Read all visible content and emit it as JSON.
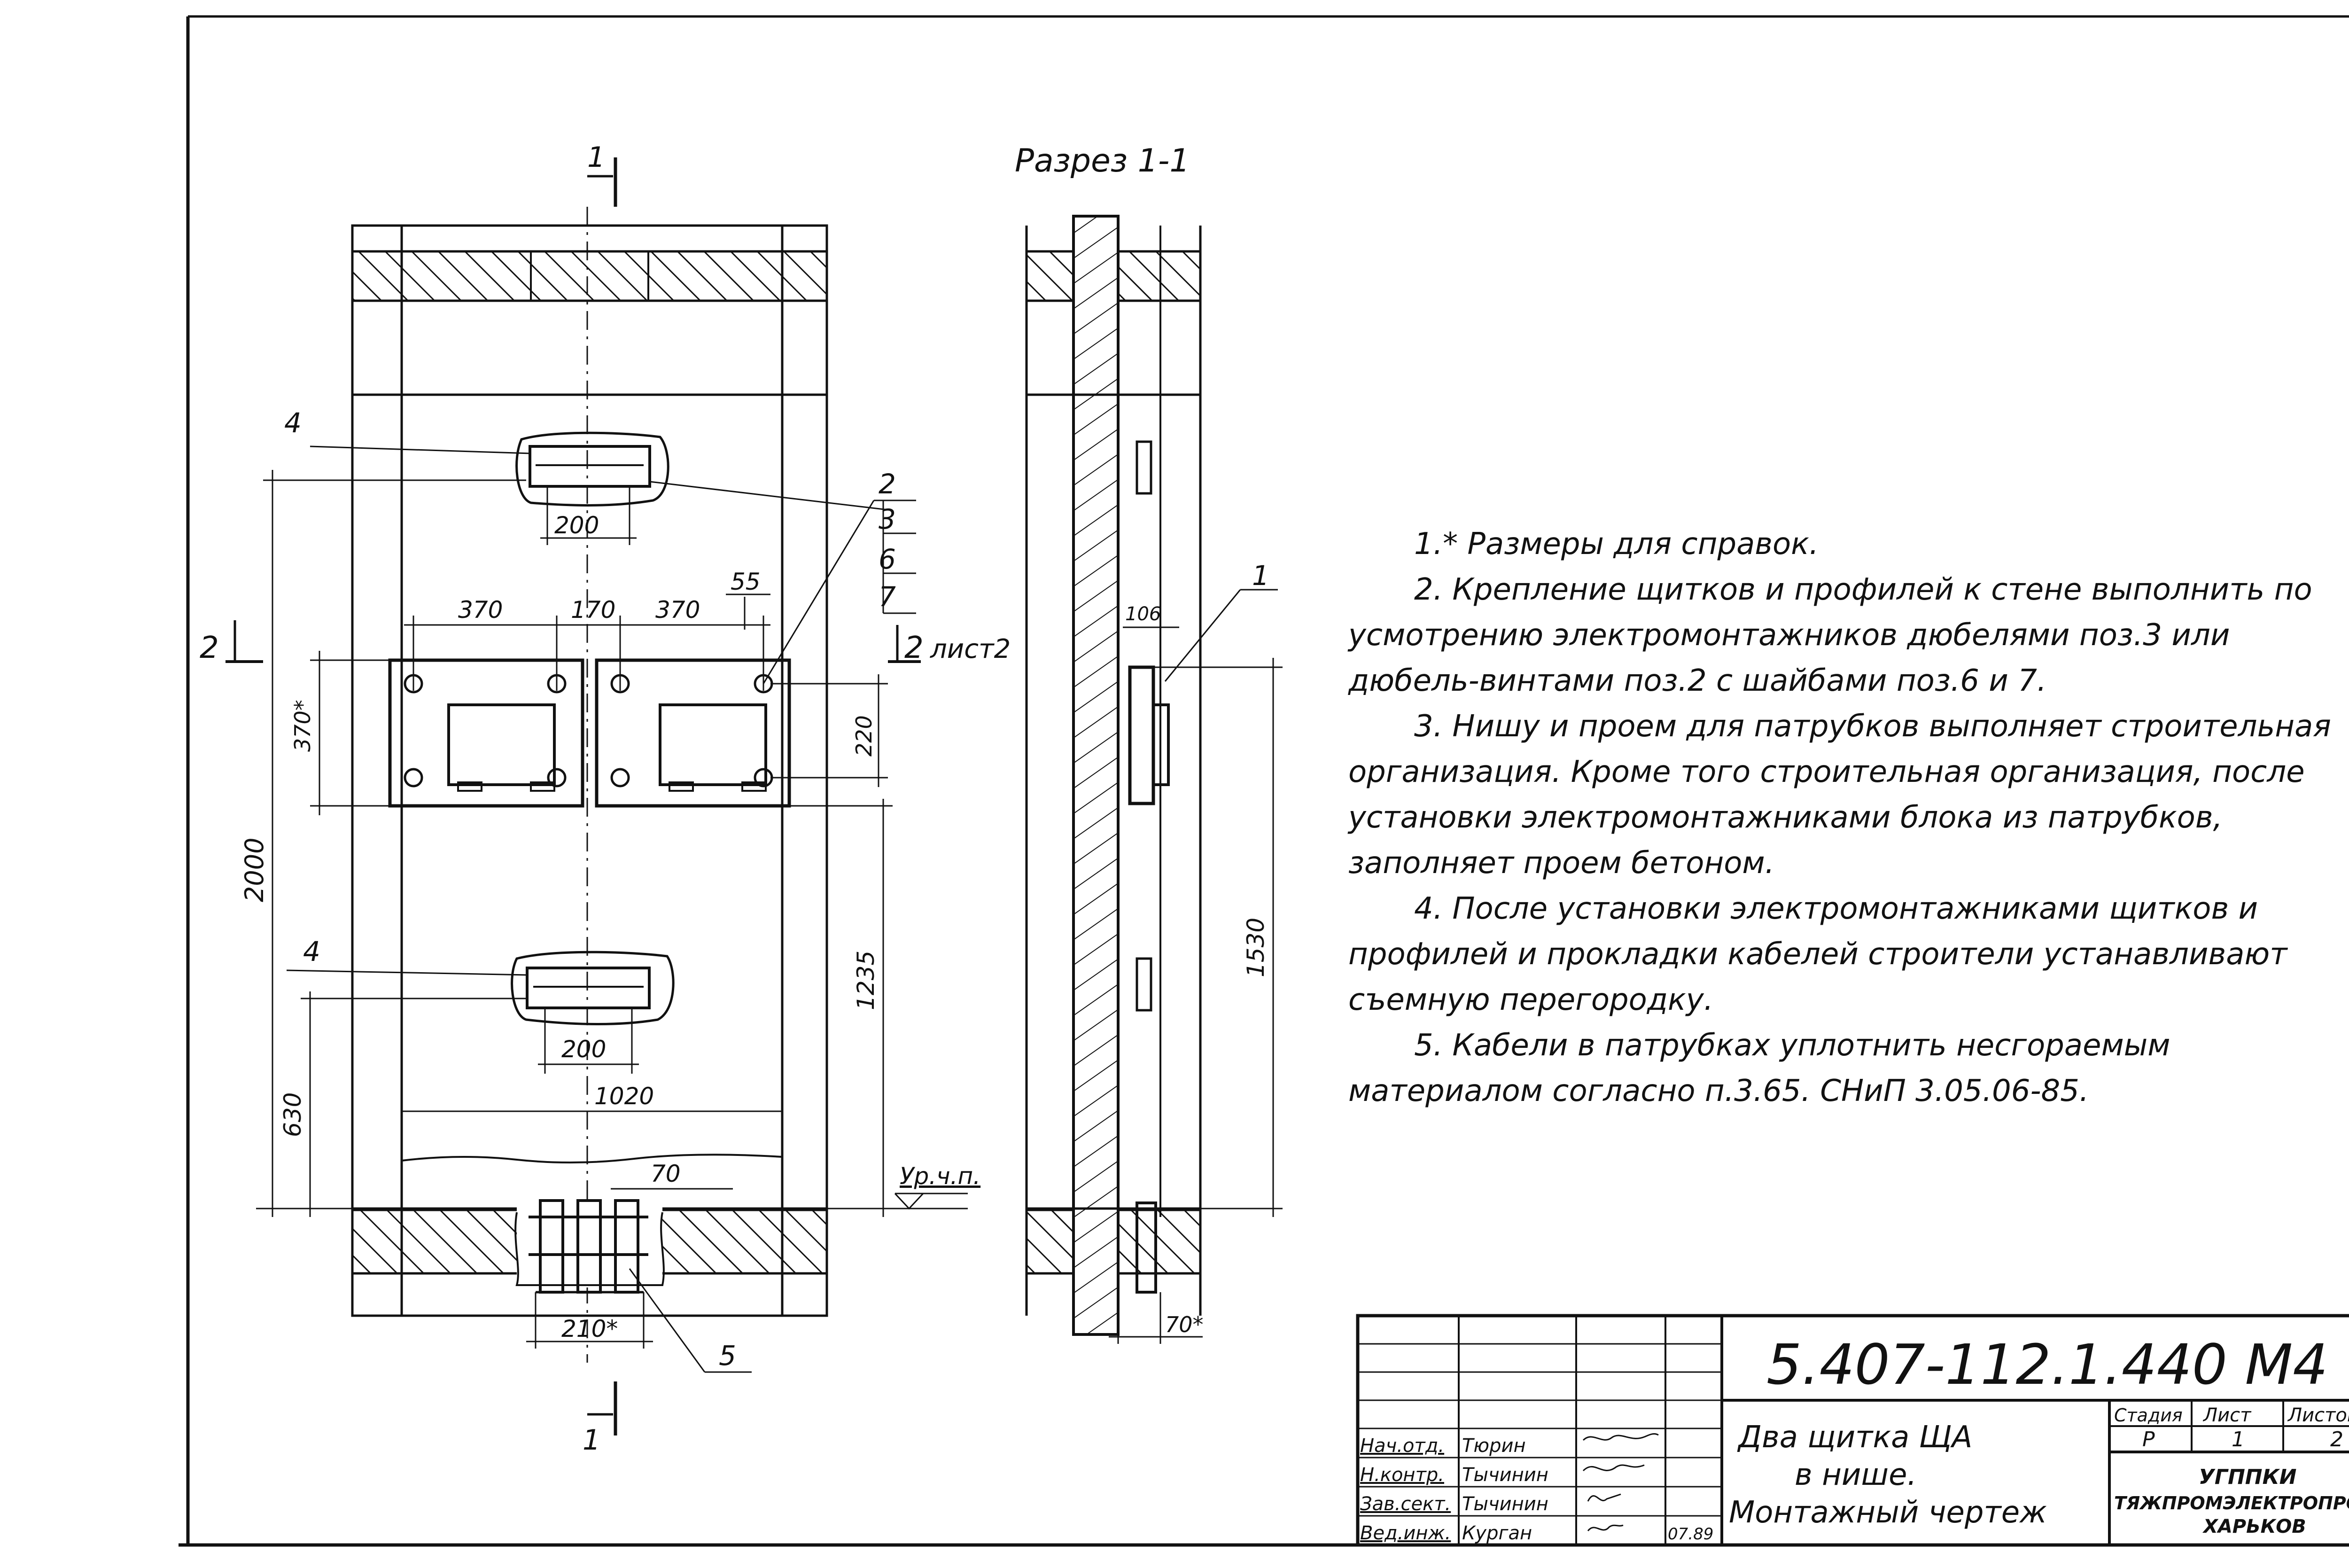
{
  "section": {
    "title": "Разрез 1-1"
  },
  "section_marks": {
    "top": "1",
    "bottom": "1",
    "left": "2",
    "right": "2",
    "right_ref": "лист2"
  },
  "positions": {
    "p1": "1",
    "p2": "2",
    "p3": "3",
    "p4_top": "4",
    "p4_bottom": "4",
    "p5": "5",
    "p6": "6",
    "p7": "7"
  },
  "front_dims": {
    "d200_top": "200",
    "d370_left": "370",
    "d170": "170",
    "d370_right": "370",
    "d55": "55",
    "d370v": "370*",
    "d220": "220",
    "d2000": "2000",
    "d1235": "1235",
    "d200_bottom": "200",
    "d630": "630",
    "d1020": "1020",
    "d70": "70",
    "d210": "210*",
    "floor_level": "Ур.ч.п."
  },
  "side_dims": {
    "d106": "106",
    "d1530": "1530",
    "d70": "70*"
  },
  "notes": [
    "1.* Размеры для справок.",
    "2. Крепление щитков и профилей к стене выполнить по усмотрению электромонтажников дюбелями поз.3 или дюбель-винтами поз.2 с шайбами поз.6 и 7.",
    "3. Нишу и проем для патрубков выполняет строительная организация. Кроме того строительная организация, после установки электромонтажниками блока из патрубков, заполняет проем бетоном.",
    "4. После установки электромонтажниками щитков и профилей и прокладки кабелей строители устанавливают съемную перегородку.",
    "5. Кабели в патрубках уплотнить несгораемым материалом согласно п.3.65. СНиП 3.05.06-85."
  ],
  "title_block": {
    "code": "5.407-112.1.440 М4",
    "title_line1": "Два щитка ЩА",
    "title_line2": "в нише.",
    "title_line3": "Монтажный чертеж",
    "stage_label": "Стадия",
    "sheet_label": "Лист",
    "sheets_label": "Листов",
    "stage": "Р",
    "sheet": "1",
    "sheets": "2",
    "org_line1": "УГППКИ",
    "org_line2": "ТЯЖПРОМЭЛЕКТРОПРОЕКТ",
    "org_line3": "ХАРЬКОВ",
    "date": "07.89",
    "roles": [
      {
        "role": "Нач.отд.",
        "name": "Тюрин"
      },
      {
        "role": "Н.контр.",
        "name": "Тычинин"
      },
      {
        "role": "Зав.сект.",
        "name": "Тычинин"
      },
      {
        "role": "Вед.инж.",
        "name": "Курган"
      }
    ]
  }
}
